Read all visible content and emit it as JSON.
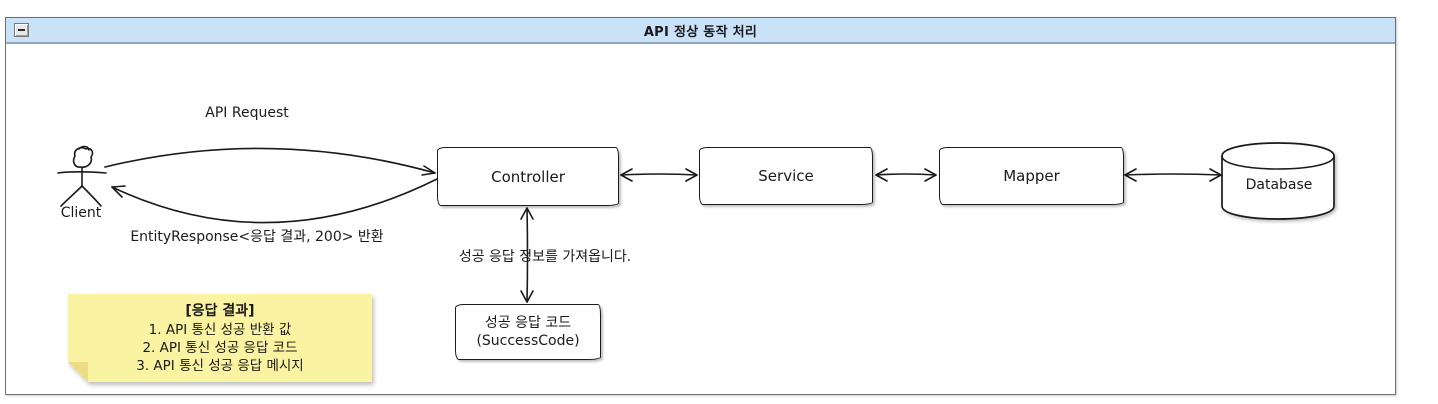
{
  "frame": {
    "title": "API 정상 동작 처리",
    "collapse_icon": "minus",
    "title_bg_color": "#c9e2f8",
    "title_border_color": "#8ea7bc"
  },
  "actor": {
    "label": "Client"
  },
  "messages": {
    "request_label": "API Request",
    "response_label": "EntityResponse<응답 결과, 200> 반환",
    "fetch_label": "성공 응답 정보를 가져옵니다."
  },
  "nodes": {
    "controller": "Controller",
    "service": "Service",
    "mapper": "Mapper",
    "database": "Database",
    "success_code_line1": "성공 응답 코드",
    "success_code_line2": "(SuccessCode)"
  },
  "note": {
    "title": "[응답 결과]",
    "items": [
      "1. API 통신 성공 반환 값",
      "2. API 통신 성공 응답 코드",
      "3. API 통신 성공 응답 메시지"
    ],
    "bg_color": "#faf3a2",
    "fold_color": "#ecdd85"
  },
  "colors": {
    "stroke": "#1a1a1a",
    "box_bg": "#ffffff"
  }
}
